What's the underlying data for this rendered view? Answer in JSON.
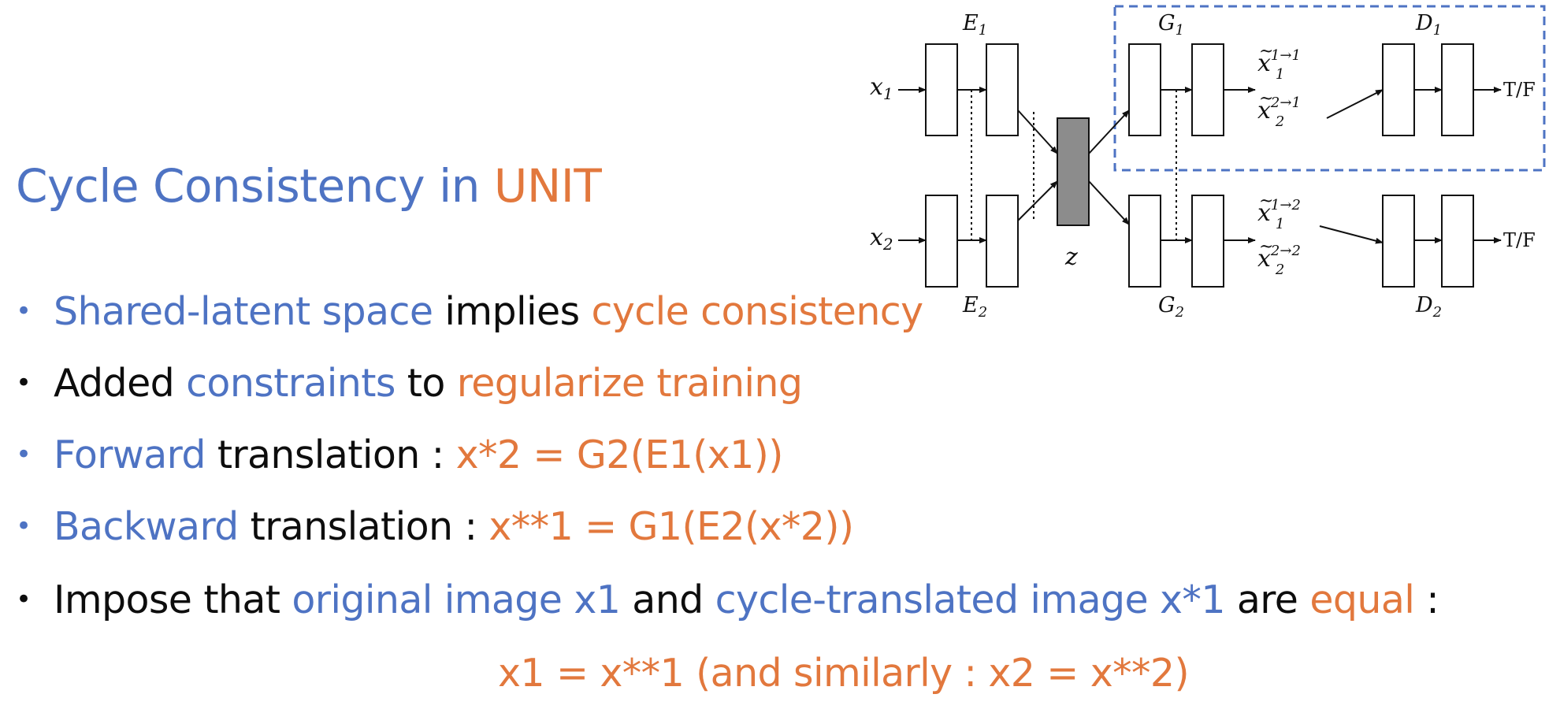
{
  "slide": {
    "title_prefix": "Cycle Consistency in ",
    "title_highlight": "UNIT"
  },
  "bullets": [
    {
      "marker": "•",
      "parts": [
        {
          "text": "Shared-latent space",
          "color": "blue"
        },
        {
          "text": " implies ",
          "color": "black"
        },
        {
          "text": "cycle consistency",
          "color": "orange"
        }
      ]
    },
    {
      "marker": "•",
      "parts": [
        {
          "text": "Added ",
          "color": "black"
        },
        {
          "text": "constraints",
          "color": "blue"
        },
        {
          "text": " to ",
          "color": "black"
        },
        {
          "text": "regularize training",
          "color": "orange"
        }
      ]
    },
    {
      "marker": "•",
      "parts": [
        {
          "text": "Forward",
          "color": "blue"
        },
        {
          "text": " translation : ",
          "color": "black"
        },
        {
          "text": "x*2 = G2(E1(x1))",
          "color": "orange"
        }
      ]
    },
    {
      "marker": "•",
      "parts": [
        {
          "text": "Backward",
          "color": "blue"
        },
        {
          "text": " translation : ",
          "color": "black"
        },
        {
          "text": "x**1 = G1(E2(x*2))",
          "color": "orange"
        }
      ]
    },
    {
      "marker": "•",
      "parts": [
        {
          "text": "Impose that ",
          "color": "black"
        },
        {
          "text": "original image x1",
          "color": "blue"
        },
        {
          "text": " and ",
          "color": "black"
        },
        {
          "text": "cycle-translated image x*1",
          "color": "blue"
        },
        {
          "text": " are ",
          "color": "black"
        },
        {
          "text": "equal",
          "color": "orange"
        },
        {
          "text": " :",
          "color": "black"
        }
      ]
    }
  ],
  "formula": "x1 = x**1 (and similarly : x2 = x**2)",
  "diagram": {
    "inputs": [
      {
        "base": "x",
        "sub": "1"
      },
      {
        "base": "x",
        "sub": "2"
      }
    ],
    "encoders": [
      {
        "base": "E",
        "sub": "1"
      },
      {
        "base": "E",
        "sub": "2"
      }
    ],
    "latent": "z",
    "generators": [
      {
        "base": "G",
        "sub": "1"
      },
      {
        "base": "G",
        "sub": "2"
      }
    ],
    "discriminators": [
      {
        "base": "D",
        "sub": "1"
      },
      {
        "base": "D",
        "sub": "2"
      }
    ],
    "outputs_top": [
      {
        "base": "x",
        "sub": "1",
        "sup": "1→1"
      },
      {
        "base": "x",
        "sub": "2",
        "sup": "2→1"
      }
    ],
    "outputs_bottom": [
      {
        "base": "x",
        "sub": "1",
        "sup": "1→2"
      },
      {
        "base": "x",
        "sub": "2",
        "sup": "2→2"
      }
    ],
    "verdicts": [
      "T/F",
      "T/F"
    ],
    "highlight_color": "#4e73c3",
    "latent_color": "#8c8c8c"
  },
  "colors": {
    "blue": "#4e73c3",
    "orange": "#e2783d",
    "black": "#0d0d0d"
  }
}
